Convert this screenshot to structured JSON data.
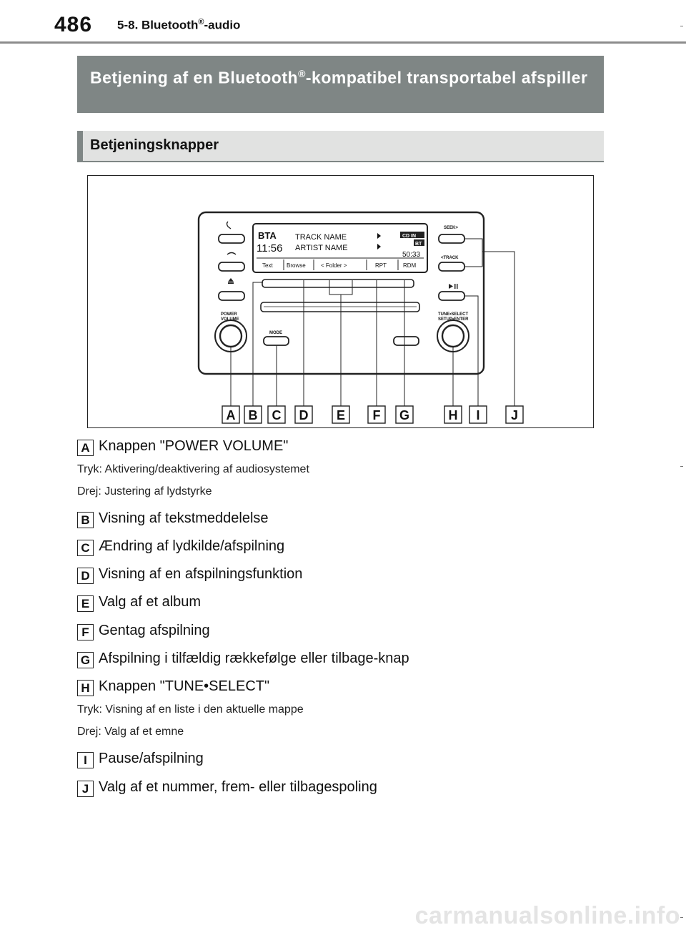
{
  "header": {
    "page_number": "486",
    "section": "5-8. Bluetooth",
    "section_reg": "®",
    "section_suffix": "-audio"
  },
  "banner": {
    "title_part1": "Betjening af en Bluetooth",
    "title_reg": "®",
    "title_part2": "-kompatibel transportabel afspiller"
  },
  "subheading": "Betjeningsknapper",
  "figure": {
    "display": {
      "source": "BTA",
      "time": "11:56",
      "track": "TRACK NAME",
      "artist": "ARTIST NAME",
      "badge_cd": "CD IN",
      "badge_bt": "BT",
      "elapsed": "50:33",
      "softkeys": [
        "Text",
        "Browse",
        "< Folder >",
        "RPT",
        "RDM"
      ]
    },
    "panel_labels": {
      "power": [
        "POWER",
        "VOLUME"
      ],
      "mode": "MODE",
      "tune": [
        "TUNE•SELECT",
        "SETUP•ENTER"
      ],
      "seek": "SEEK>",
      "track": "<TRACK"
    },
    "callout_letters": [
      "A",
      "B",
      "C",
      "D",
      "E",
      "F",
      "G",
      "H",
      "I",
      "J"
    ]
  },
  "items": [
    {
      "key": "A",
      "text": "Knappen \"POWER VOLUME\"",
      "details": [
        "Tryk: Aktivering/deaktivering af audiosystemet",
        "Drej: Justering af lydstyrke"
      ]
    },
    {
      "key": "B",
      "text": "Visning af tekstmeddelelse"
    },
    {
      "key": "C",
      "text": "Ændring af lydkilde/afspilning"
    },
    {
      "key": "D",
      "text": "Visning af en afspilningsfunktion"
    },
    {
      "key": "E",
      "text": "Valg af et album"
    },
    {
      "key": "F",
      "text": "Gentag afspilning"
    },
    {
      "key": "G",
      "text": "Afspilning i tilfældig rækkefølge eller tilbage-knap"
    },
    {
      "key": "H",
      "text": "Knappen \"TUNE•SELECT\"",
      "details": [
        "Tryk: Visning af en liste i den aktuelle mappe",
        "Drej: Valg af et emne"
      ]
    },
    {
      "key": "I",
      "text": "Pause/afspilning"
    },
    {
      "key": "J",
      "text": "Valg af et nummer, frem- eller tilbagespoling"
    }
  ],
  "footer": {
    "watermark": "carmanualsonline.info"
  }
}
